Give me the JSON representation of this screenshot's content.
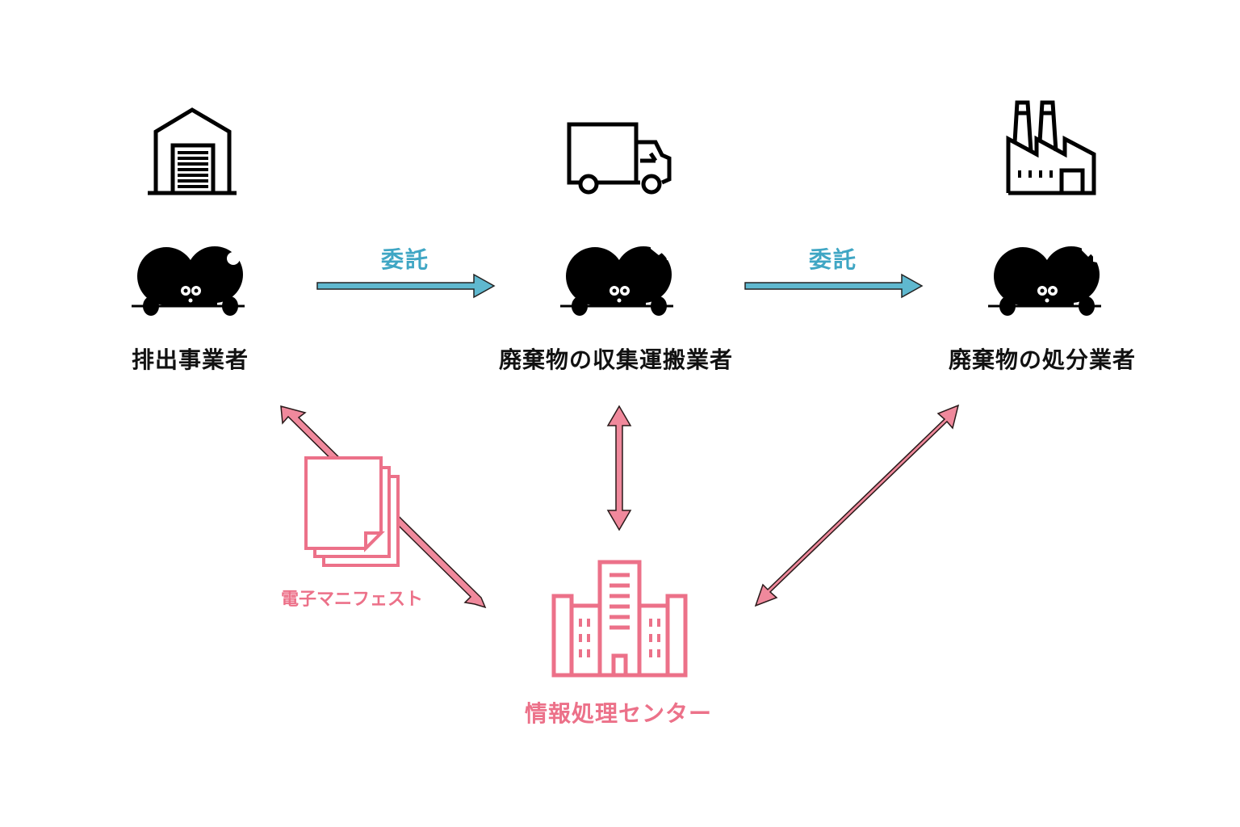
{
  "diagram": {
    "title": "電子マニフェスト制度の流れ",
    "actors": [
      {
        "id": "generator",
        "label": "排出事業者",
        "icon": "warehouse-icon"
      },
      {
        "id": "collector",
        "label": "廃棄物の収集運搬業者",
        "icon": "truck-icon"
      },
      {
        "id": "disposer",
        "label": "廃棄物の処分業者",
        "icon": "factory-icon"
      }
    ],
    "delegation_arrows": [
      {
        "from": "generator",
        "to": "collector",
        "label": "委託"
      },
      {
        "from": "collector",
        "to": "disposer",
        "label": "委託"
      }
    ],
    "center": {
      "label": "情報処理センター",
      "icon": "office-building-icon"
    },
    "manifest": {
      "label": "電子マニフェスト",
      "icon": "documents-stack-icon"
    },
    "exchange_arrows": [
      {
        "between": [
          "generator",
          "center"
        ],
        "type": "bidirectional"
      },
      {
        "between": [
          "collector",
          "center"
        ],
        "type": "bidirectional"
      },
      {
        "between": [
          "disposer",
          "center"
        ],
        "type": "bidirectional"
      }
    ],
    "colors": {
      "delegation": "#5fb8cf",
      "delegation_text": "#3fa6c4",
      "exchange": "#f0899c",
      "center": "#ec7189",
      "outline": "#000000"
    }
  }
}
